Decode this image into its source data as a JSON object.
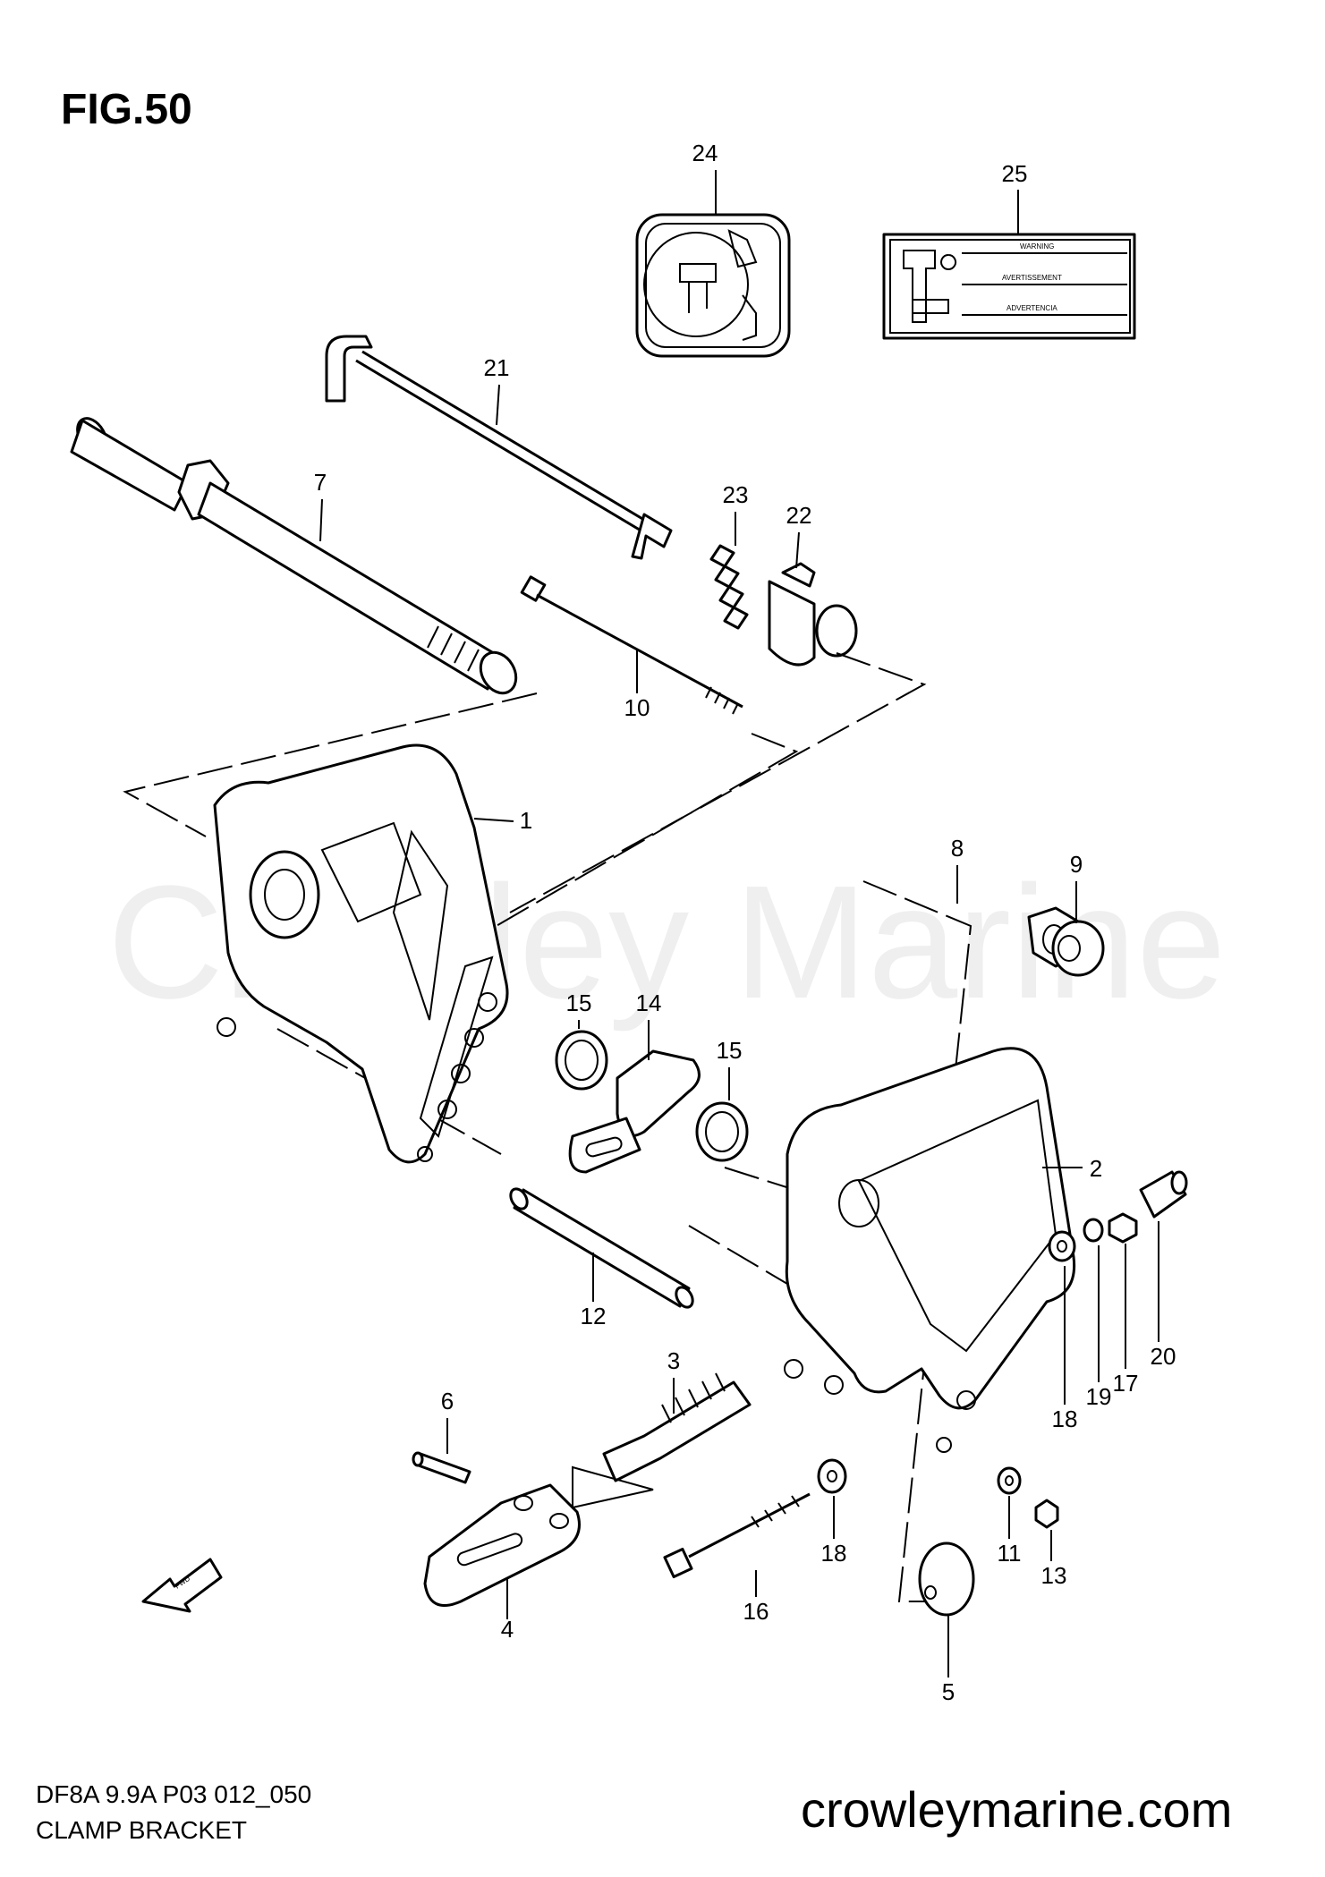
{
  "figure": {
    "title": "FIG.50"
  },
  "callouts": {
    "c1": "1",
    "c2": "2",
    "c3": "3",
    "c4": "4",
    "c5": "5",
    "c6": "6",
    "c7": "7",
    "c8": "8",
    "c9": "9",
    "c10": "10",
    "c11": "11",
    "c12": "12",
    "c13": "13",
    "c14": "14",
    "c15a": "15",
    "c15b": "15",
    "c16": "16",
    "c17": "17",
    "c18a": "18",
    "c18b": "18",
    "c19": "19",
    "c20": "20",
    "c21": "21",
    "c22": "22",
    "c23": "23",
    "c24": "24",
    "c25": "25"
  },
  "label25": {
    "warning": "WARNING",
    "avertissement": "AVERTISSEMENT",
    "advertencia": "ADVERTENCIA"
  },
  "fwd_arrow": {
    "text": "FWD"
  },
  "footer": {
    "code": "DF8A 9.9A P03 012_050",
    "name": "CLAMP BRACKET",
    "website": "crowleymarine.com"
  },
  "watermark": {
    "text": "Crowley Marine"
  }
}
